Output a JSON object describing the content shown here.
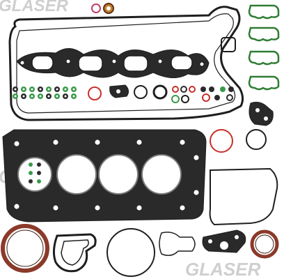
{
  "brand": {
    "watermark_text": "GLASER",
    "colors": {
      "gasket_black": "#1e1e1e",
      "seal_brown": "#8b3a2a",
      "seal_red": "#c8302a",
      "seal_green": "#2e7d32",
      "ring_green": "#3a9a4a",
      "watermark_gray": "#c9c9c9",
      "background": "#ffffff"
    }
  },
  "parts": {
    "valve_cover_gasket": "valve cover gasket",
    "intake_gaskets": "intake manifold gaskets",
    "cylinder_head_gasket": "cylinder head gasket",
    "crankshaft_seal_large": "crankshaft seal",
    "camshaft_seal": "camshaft seal",
    "oring_set": "o-ring set",
    "misc_gaskets": "miscellaneous gaskets"
  }
}
